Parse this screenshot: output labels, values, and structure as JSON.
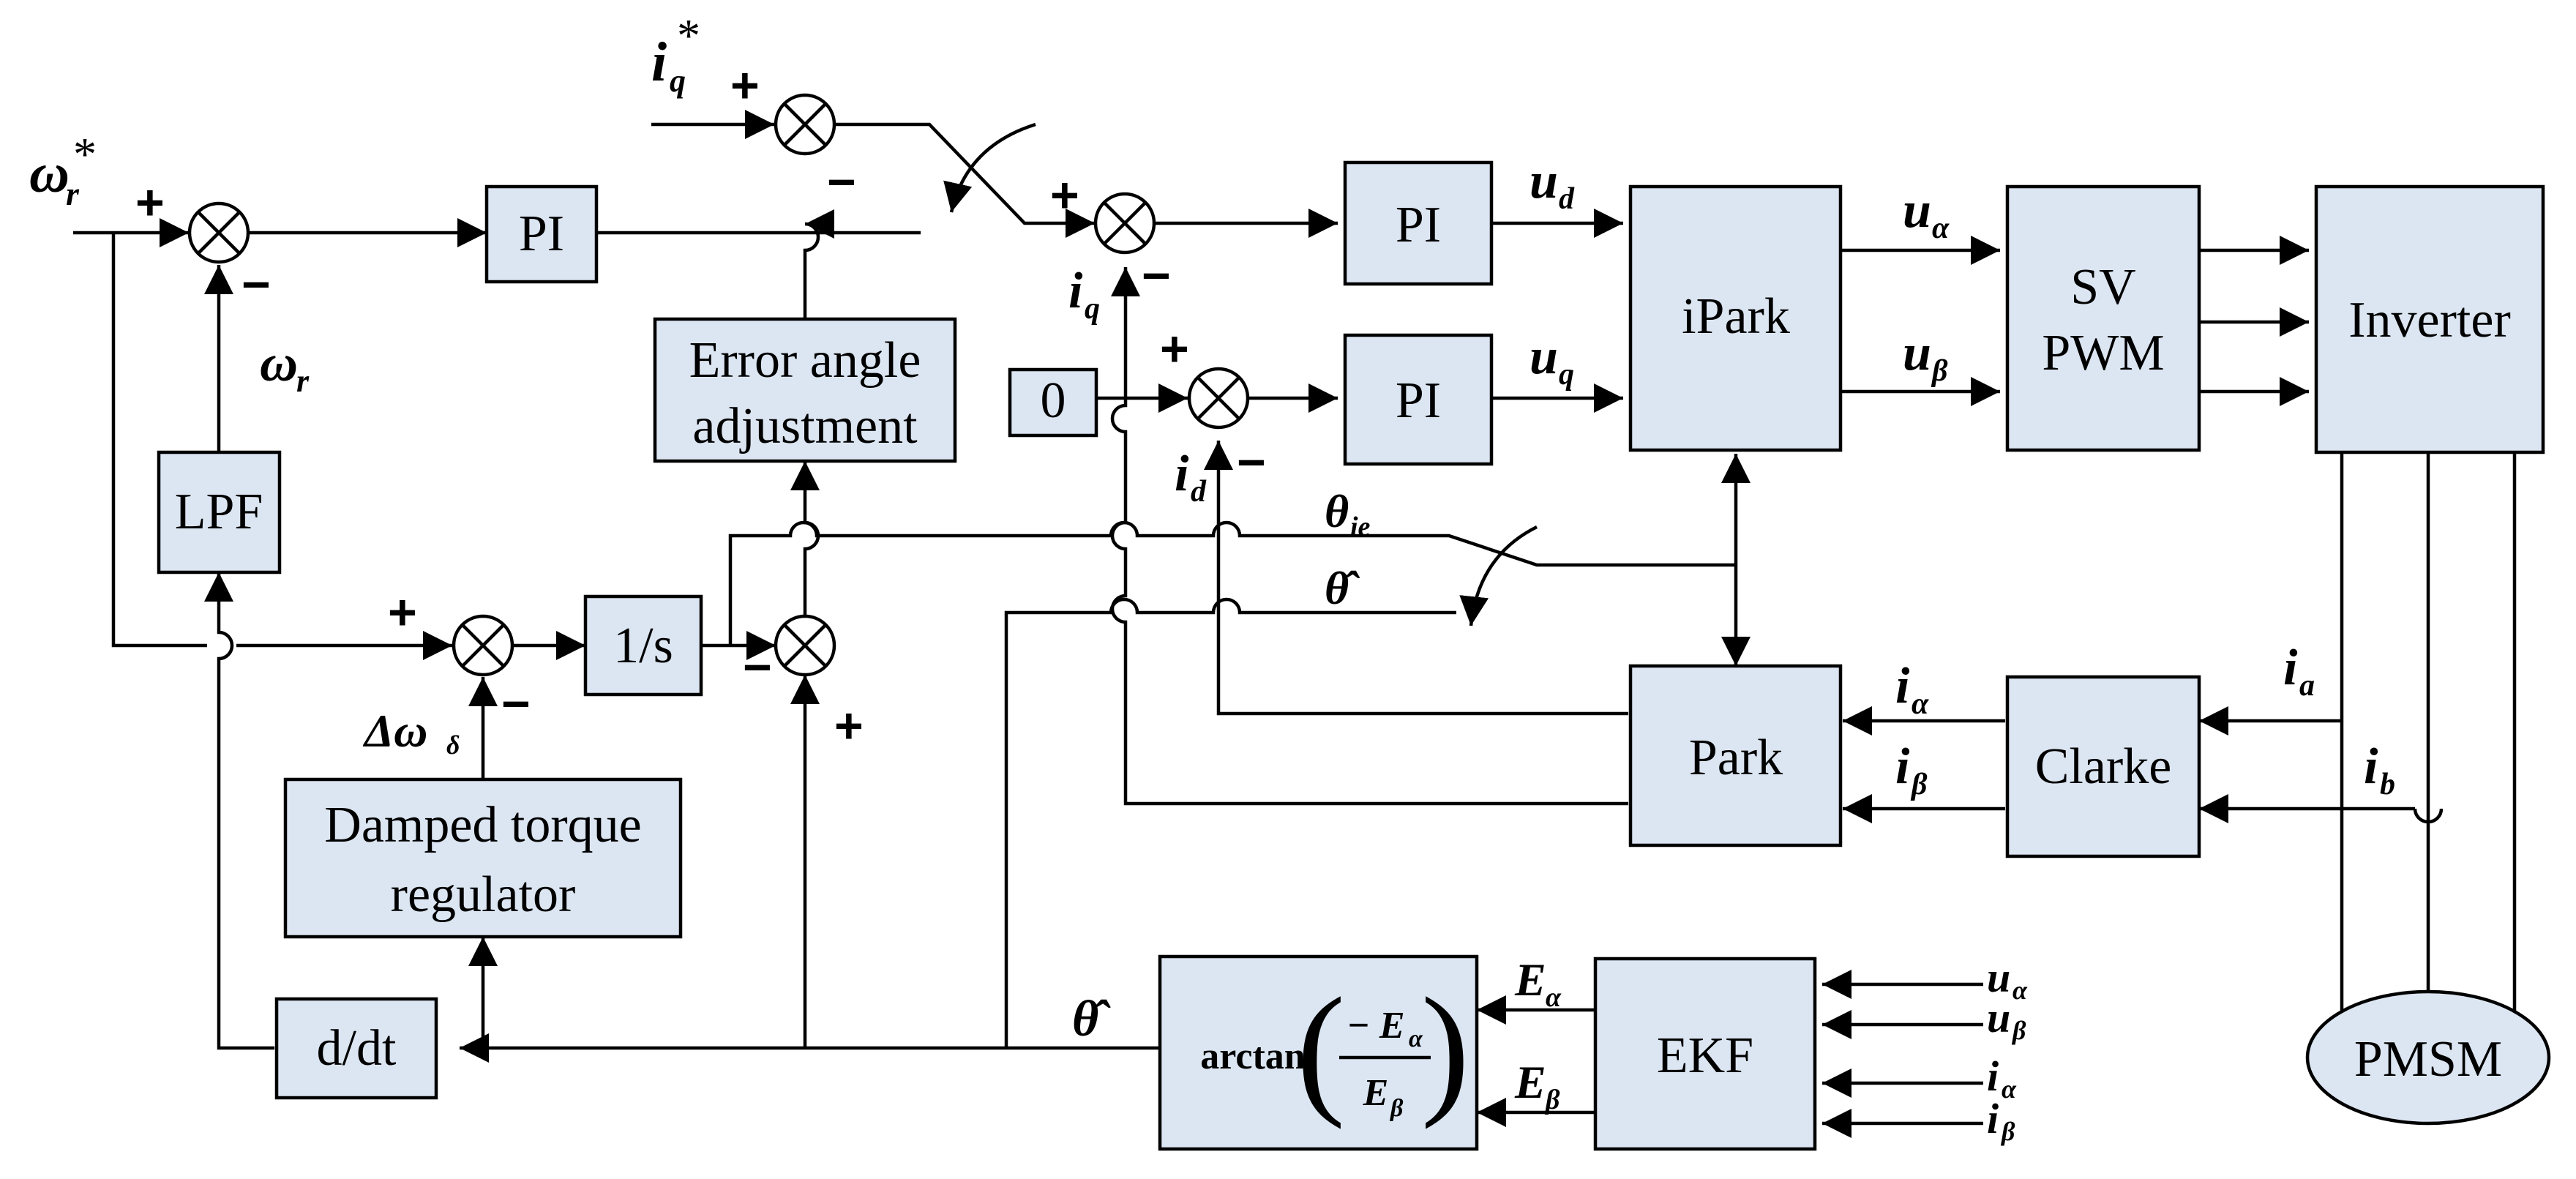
{
  "blocks": {
    "pi_speed": "PI",
    "pi_d": "PI",
    "pi_q": "PI",
    "error_angle_1": "Error angle",
    "error_angle_2": "adjustment",
    "lpf": "LPF",
    "integrator": "1/s",
    "damped_1": "Damped torque",
    "damped_2": "regulator",
    "ddt": "d/dt",
    "zero": "0",
    "ipark": "iPark",
    "svpwm_1": "SV",
    "svpwm_2": "PWM",
    "inverter": "Inverter",
    "park": "Park",
    "clarke": "Clarke",
    "ekf": "EKF",
    "arctan_fn": "arctan",
    "arctan_num": "− E",
    "arctan_num_sub": "α",
    "arctan_den": "E",
    "arctan_den_sub": "β",
    "pmsm": "PMSM"
  },
  "signals": {
    "wr_ref": "ω",
    "wr_ref_sub": "r",
    "wr_ref_sup": "*",
    "wr": "ω",
    "wr_sub": "r",
    "iq_ref": "i",
    "iq_ref_sub": "q",
    "iq_ref_sup": "*",
    "iq": "i",
    "iq_sub": "q",
    "id": "i",
    "id_sub": "d",
    "ud": "u",
    "ud_sub": "d",
    "uq": "u",
    "uq_sub": "q",
    "ualpha": "u",
    "ualpha_sub": "α",
    "ubeta": "u",
    "ubeta_sub": "β",
    "theta_ie": "θ",
    "theta_ie_sub": "ie",
    "theta_hat": "θ̂",
    "theta_hat_bottom": "θ̂",
    "dw": "Δω",
    "dw_sub": "δ",
    "ialpha": "i",
    "ialpha_sub": "α",
    "ibeta": "i",
    "ibeta_sub": "β",
    "ia": "i",
    "ia_sub": "a",
    "ib": "i",
    "ib_sub": "b",
    "ealpha": "E",
    "ealpha_sub": "α",
    "ebeta": "E",
    "ebeta_sub": "β",
    "ekf_in_ualpha": "u",
    "ekf_in_ualpha_sub": "α",
    "ekf_in_ubeta": "u",
    "ekf_in_ubeta_sub": "β",
    "ekf_in_ialpha": "i",
    "ekf_in_ialpha_sub": "α",
    "ekf_in_ibeta": "i",
    "ekf_in_ibeta_sub": "β"
  },
  "signs": {
    "plus": "+",
    "minus": "−"
  }
}
